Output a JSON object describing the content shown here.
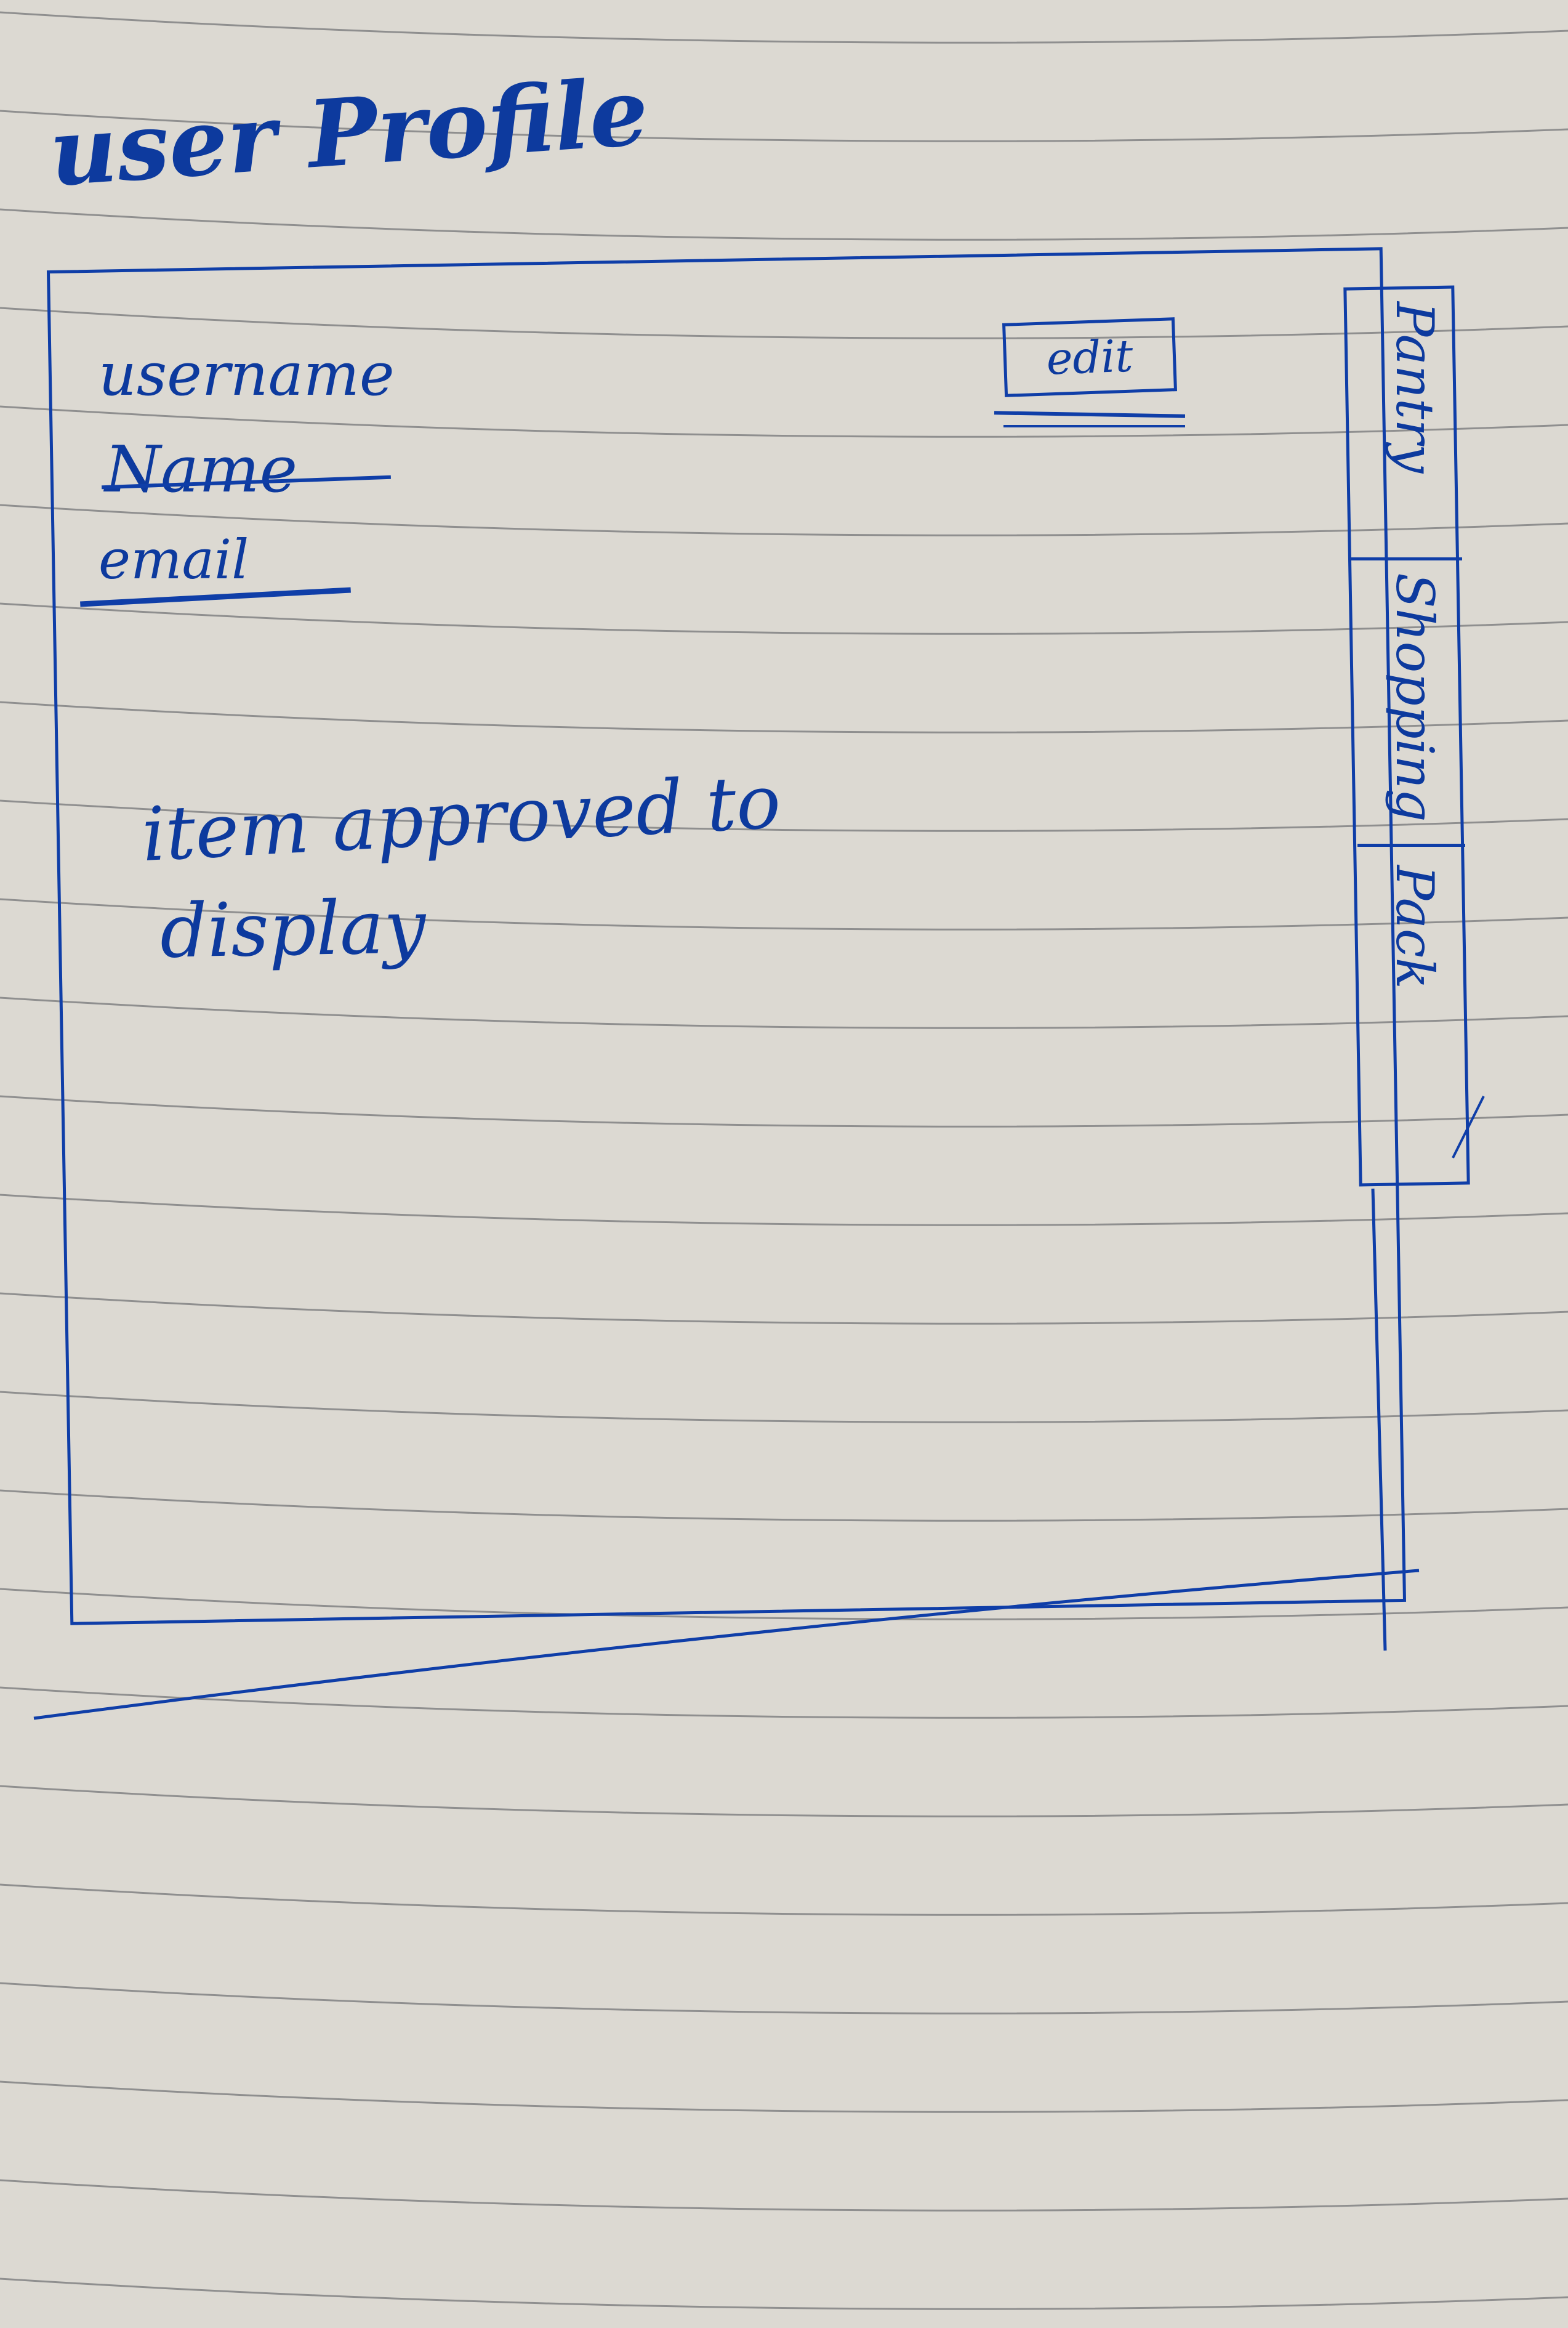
{
  "page": {
    "title": "user Profile"
  },
  "profile": {
    "username_label": "username",
    "name_label": "Name",
    "email_label": "email",
    "edit_button_label": "edit"
  },
  "content": {
    "items_line_1": "item approved to",
    "items_line_2": "display"
  },
  "side_tabs": [
    {
      "label": "Pantry"
    },
    {
      "label": "Shopping"
    },
    {
      "label": "Pack"
    }
  ],
  "colors": {
    "ink": "#0f3ea8",
    "paper": "#dcd9d2",
    "ruled_line": "#8f8f8f"
  }
}
